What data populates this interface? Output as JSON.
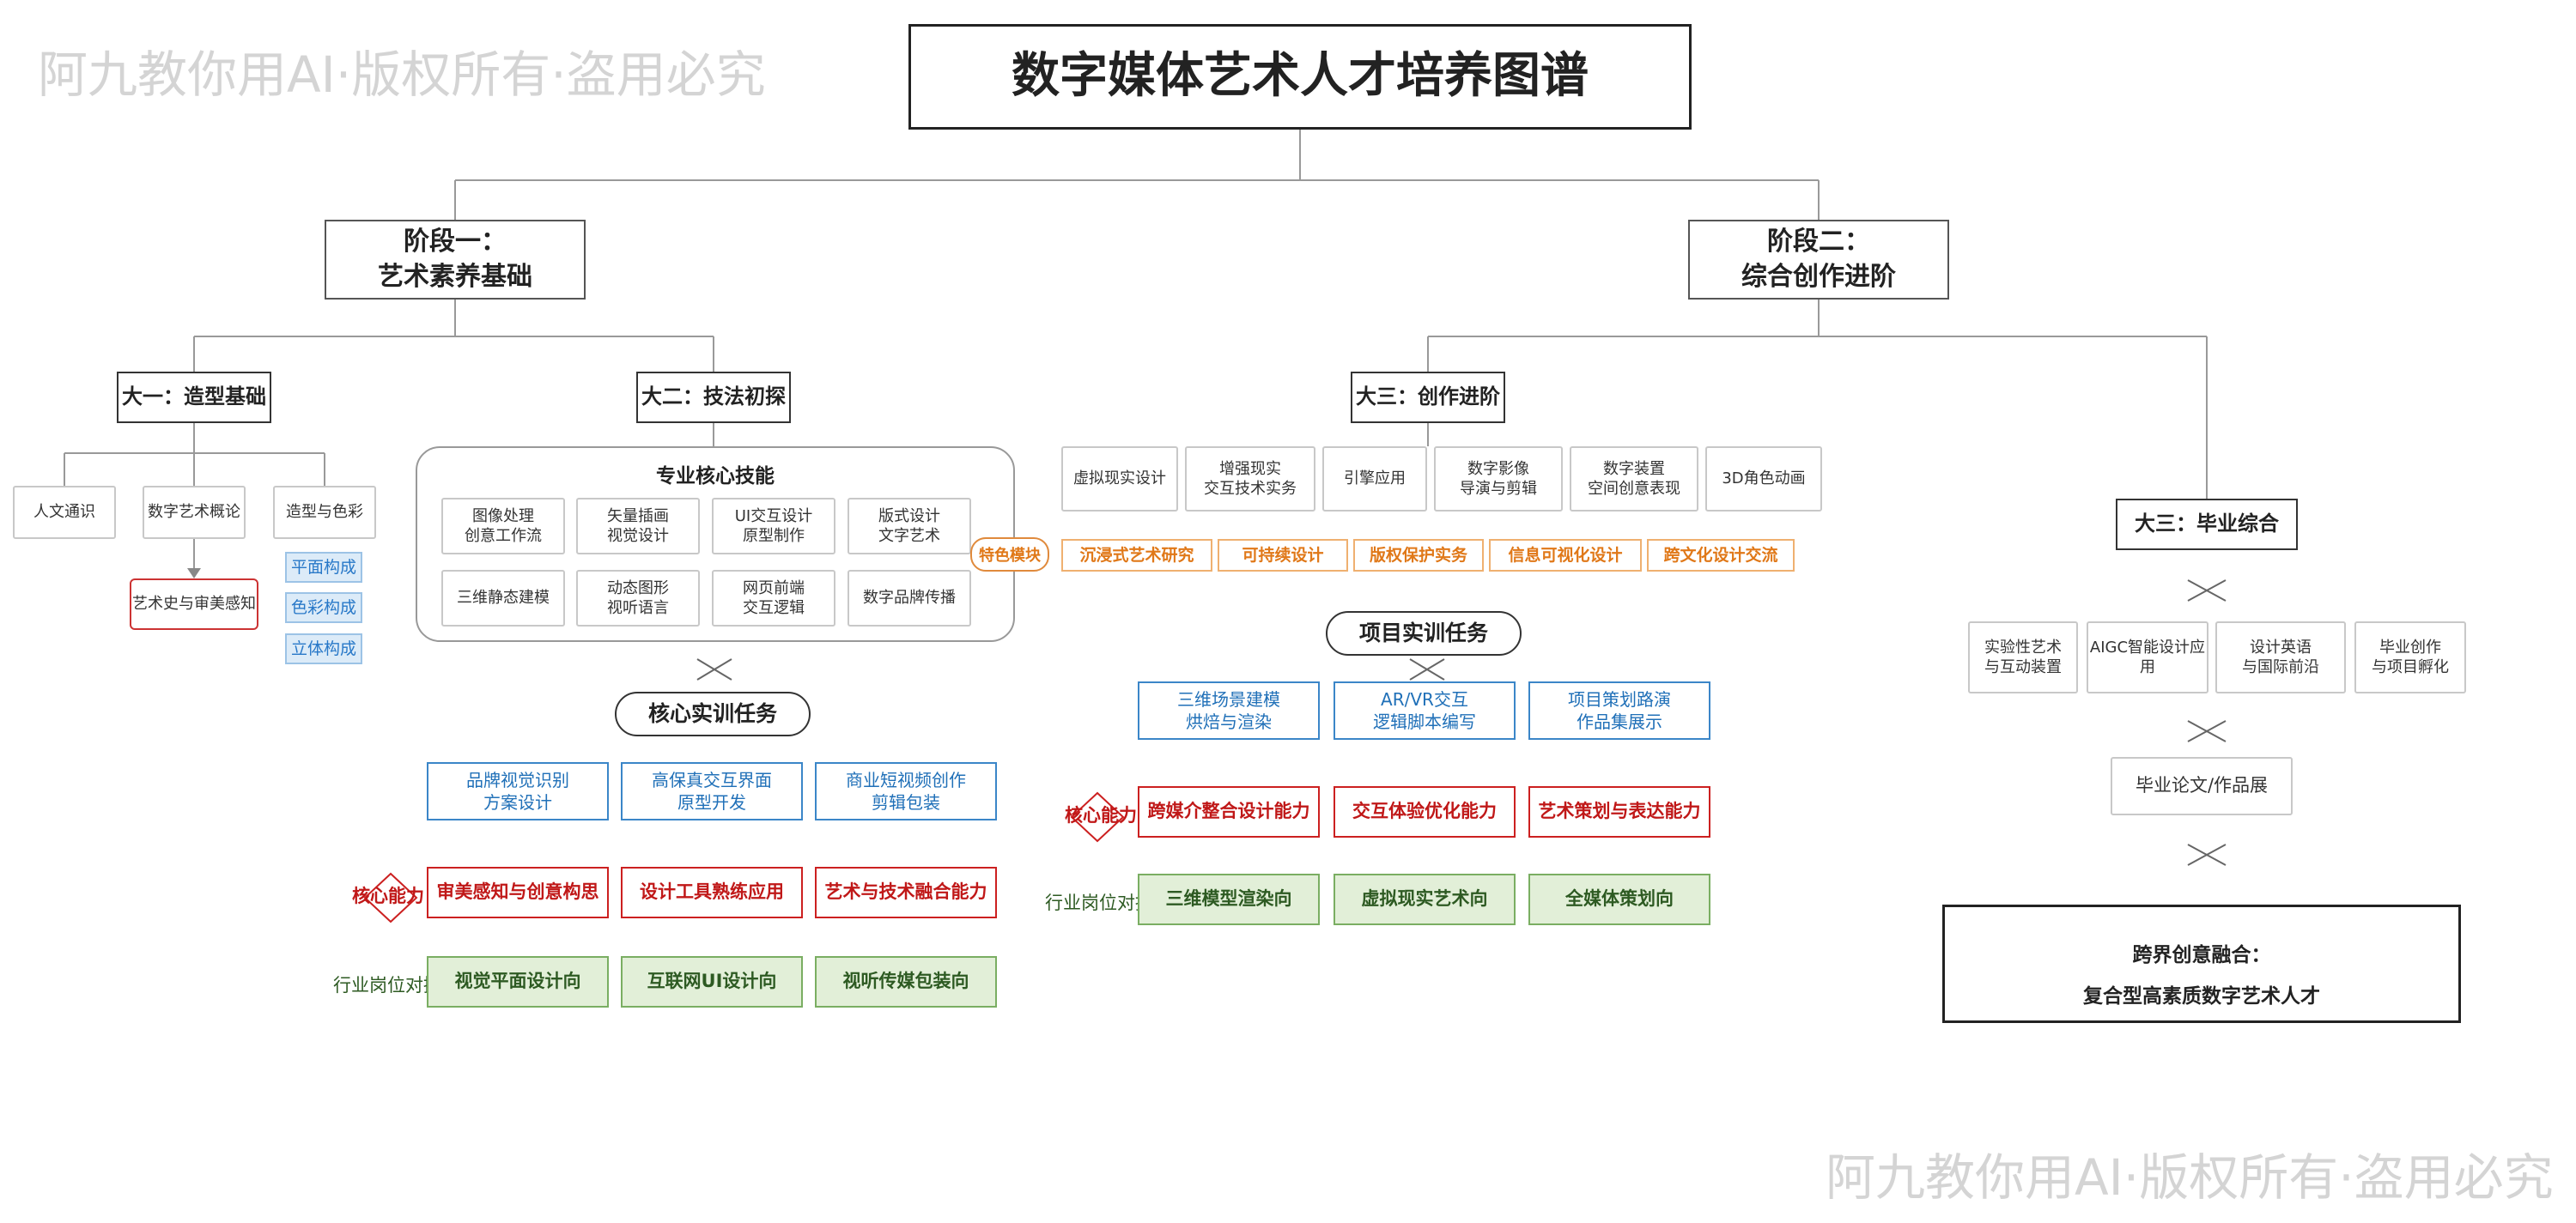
{
  "title": "数字媒体艺术人才培养图谱",
  "watermark": "阿九教你用AI·版权所有·盗用必究",
  "stages": {
    "s1": "阶段一：\n艺术素养基础",
    "s2": "阶段二：\n综合创作进阶"
  },
  "years": {
    "y1": "大一：造型基础",
    "y2": "大二：技法初探",
    "y3": "大三：创作进阶",
    "y4": "大三：毕业综合"
  },
  "year1": {
    "courses": [
      "人文通识",
      "数字艺术概论",
      "造型与色彩"
    ],
    "art_history": "艺术史与审美感知",
    "tags": [
      "平面构成",
      "色彩构成",
      "立体构成"
    ]
  },
  "year2": {
    "skills_title": "专业核心技能",
    "skills": [
      "图像处理\n创意工作流",
      "矢量插画\n视觉设计",
      "UI交互设计\n原型制作",
      "版式设计\n文字艺术",
      "三维静态建模",
      "动态图形\n视听语言",
      "网页前端\n交互逻辑",
      "数字品牌传播"
    ],
    "training_title": "核心实训任务",
    "tasks": [
      "品牌视觉识别\n方案设计",
      "高保真交互界面\n原型开发",
      "商业短视频创作\n剪辑包装"
    ],
    "ability_label": "核心能力",
    "abilities": [
      "审美感知与创意构思",
      "设计工具熟练应用",
      "艺术与技术融合能力"
    ],
    "career_label": "行业岗位对接",
    "careers": [
      "视觉平面设计向",
      "互联网UI设计向",
      "视听传媒包装向"
    ]
  },
  "year3": {
    "courses": [
      "虚拟现实设计",
      "增强现实\n交互技术实务",
      "引擎应用",
      "数字影像\n导演与剪辑",
      "数字装置\n空间创意表现",
      "3D角色动画"
    ],
    "feature_label": "特色模块",
    "features": [
      "沉浸式艺术研究",
      "可持续设计",
      "版权保护实务",
      "信息可视化设计",
      "跨文化设计交流"
    ],
    "training_title": "项目实训任务",
    "tasks": [
      "三维场景建模\n烘焙与渲染",
      "AR/VR交互\n逻辑脚本编写",
      "项目策划路演\n作品集展示"
    ],
    "ability_label": "核心能力",
    "abilities": [
      "跨媒介整合设计能力",
      "交互体验优化能力",
      "艺术策划与表达能力"
    ],
    "career_label": "行业岗位对接",
    "careers": [
      "三维模型渲染向",
      "虚拟现实艺术向",
      "全媒体策划向"
    ]
  },
  "year4": {
    "courses": [
      "实验性艺术\n与互动装置",
      "AIGC智能设计应用",
      "设计英语\n与国际前沿",
      "毕业创作\n与项目孵化"
    ],
    "thesis": "毕业论文/作品展",
    "final_line1": "跨界创意融合：",
    "final_line2": "复合型高素质数字艺术人才"
  },
  "colors": {
    "border_dark": "#222222",
    "core_red": "#cc2020",
    "task_blue": "#3b86c8",
    "career_green": "#e2efd8",
    "feature_orange": "#e07818",
    "tag_blue": "#dcebf8"
  }
}
